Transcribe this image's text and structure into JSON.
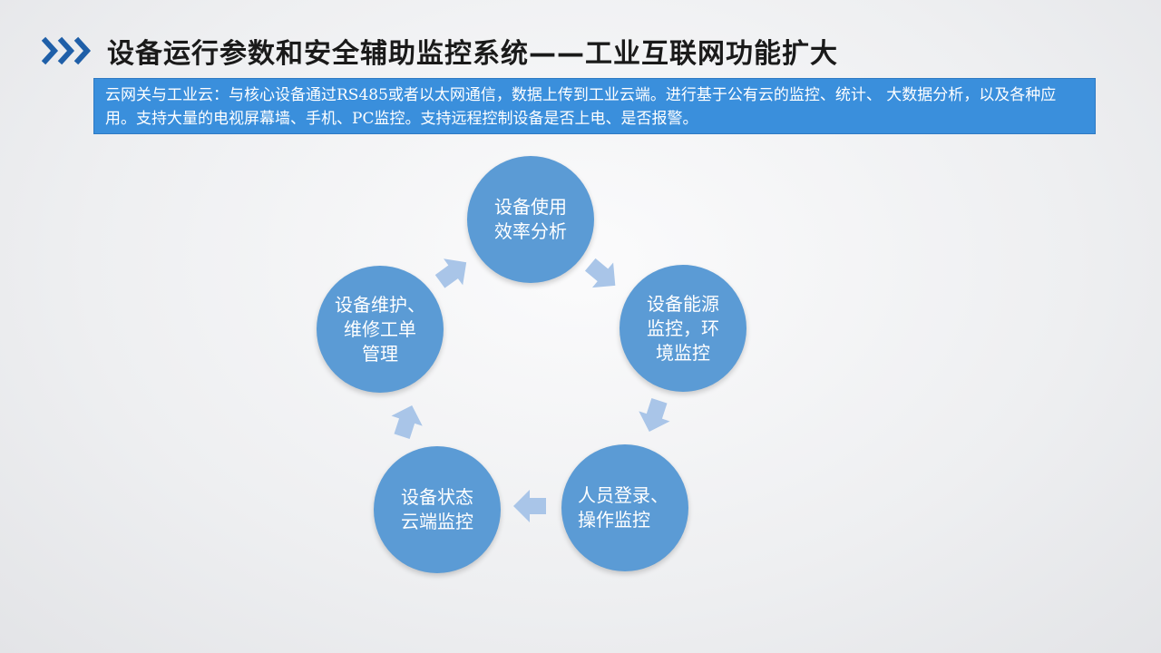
{
  "header": {
    "title": "设备运行参数和安全辅助监控系统——工业互联网功能扩大",
    "icon": "triple-chevron-right-icon",
    "accent_color": "#1f5fa8"
  },
  "description": {
    "text": "云网关与工业云：与核心设备通过RS485或者以太网通信，数据上传到工业云端。进行基于公有云的监控、统计、 大数据分析，以及各种应用。支持大量的电视屏幕墙、手机、PC监控。支持远程控制设备是否上电、是否报警。",
    "background_color": "#3a8fdc"
  },
  "cycle": {
    "node_color": "#5b9bd5",
    "arrow_color": "#a9c5e8",
    "nodes": [
      {
        "label": "设备使用\n效率分析"
      },
      {
        "label": "设备能源\n监控，环\n境监控"
      },
      {
        "label": "人员登录、\n操作监控"
      },
      {
        "label": "设备状态\n云端监控"
      },
      {
        "label": "设备维护、\n维修工单\n管理"
      }
    ]
  }
}
